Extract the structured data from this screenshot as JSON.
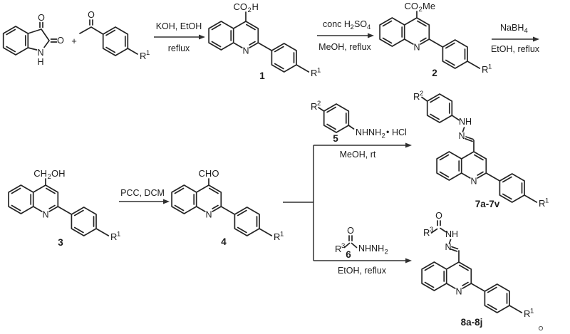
{
  "molecules": {
    "isatin": {
      "o_top": "O",
      "o_side": "O",
      "n": "N",
      "h": "H"
    },
    "acetophenone": {
      "o": "O",
      "r": "R",
      "r_sup": "1"
    },
    "compound1": {
      "grp_a": "CO",
      "grp_sub": "2",
      "grp_b": "H",
      "ring_n": "N",
      "r": "R",
      "r_sup": "1",
      "number": "1"
    },
    "compound2": {
      "grp_a": "CO",
      "grp_sub": "2",
      "grp_b": "Me",
      "ring_n": "N",
      "r": "R",
      "r_sup": "1",
      "number": "2"
    },
    "compound3": {
      "grp_a": "CH",
      "grp_sub": "2",
      "grp_b": "OH",
      "ring_n": "N",
      "r": "R",
      "r_sup": "1",
      "number": "3"
    },
    "compound4": {
      "grp": "CHO",
      "ring_n": "N",
      "r": "R",
      "r_sup": "1",
      "number": "4"
    },
    "reagent5": {
      "r": "R",
      "r_sup": "2",
      "chain": "NHNH",
      "chain_sub": "2",
      "dot": "•",
      "salt": "HCl",
      "number": "5"
    },
    "reagent6": {
      "o": "O",
      "r": "R",
      "r_sup": "3",
      "chain": "NHNH",
      "chain_sub": "2",
      "number": "6"
    },
    "product7": {
      "r2": "R",
      "r2_sup": "2",
      "nh": "NH",
      "n": "N",
      "ring_n": "N",
      "r": "R",
      "r_sup": "1",
      "number": "7a-7v"
    },
    "product8": {
      "o": "O",
      "r3": "R",
      "r3_sup": "3",
      "nh": "NH",
      "n": "N",
      "ring_n": "N",
      "r": "R",
      "r_sup": "1",
      "number": "8a-8j"
    }
  },
  "conditions": {
    "step1_above": "KOH, EtOH",
    "step1_below": "reflux",
    "step2_above_a": "conc H",
    "step2_above_sub": "2",
    "step2_above_b": "SO",
    "step2_above_sub2": "4",
    "step2_below": "MeOH, reflux",
    "step3_above_a": "NaBH",
    "step3_above_sub": "4",
    "step3_below": "EtOH, reflux",
    "step4_above": "PCC, DCM",
    "step5_below": "MeOH, rt",
    "step6_below": "EtOH, reflux"
  },
  "misc": {
    "plus": "+"
  }
}
